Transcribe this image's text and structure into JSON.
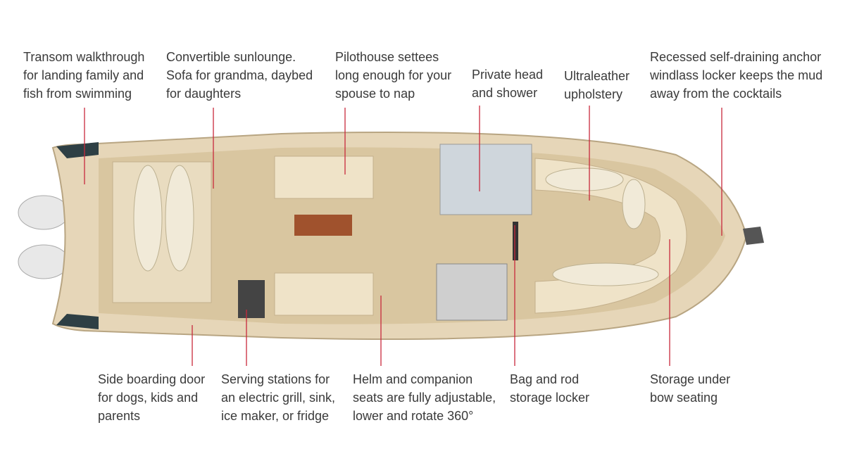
{
  "colors": {
    "leader": "#c8283c",
    "hull": "#e6d6b8",
    "deck": "#d9c6a0",
    "text": "#3a3a3a"
  },
  "top_labels": [
    {
      "id": "transom",
      "lines": [
        "Transom walkthrough",
        "for landing family and",
        "fish from swimming"
      ]
    },
    {
      "id": "sunlounge",
      "lines": [
        "Convertible sunlounge.",
        "Sofa for grandma, daybed",
        "for daughters"
      ]
    },
    {
      "id": "pilothouse",
      "lines": [
        "Pilothouse settees",
        "long enough for your",
        "spouse to nap"
      ]
    },
    {
      "id": "head",
      "lines": [
        "Private head",
        "and shower"
      ]
    },
    {
      "id": "ultraleather",
      "lines": [
        "Ultraleather",
        "upholstery"
      ]
    },
    {
      "id": "anchor",
      "lines": [
        "Recessed self-draining anchor",
        "windlass locker keeps the mud",
        "away from the cocktails"
      ]
    }
  ],
  "bottom_labels": [
    {
      "id": "side-door",
      "lines": [
        "Side boarding door",
        "for dogs, kids and",
        "parents"
      ]
    },
    {
      "id": "serving",
      "lines": [
        "Serving stations for",
        "an electric grill, sink,",
        "ice maker, or fridge"
      ]
    },
    {
      "id": "helm",
      "lines": [
        "Helm and companion",
        "seats are fully adjustable,",
        "lower and rotate 360°"
      ]
    },
    {
      "id": "locker",
      "lines": [
        "Bag and rod",
        "storage locker"
      ]
    },
    {
      "id": "bow-storage",
      "lines": [
        "Storage under",
        "bow seating"
      ]
    }
  ]
}
